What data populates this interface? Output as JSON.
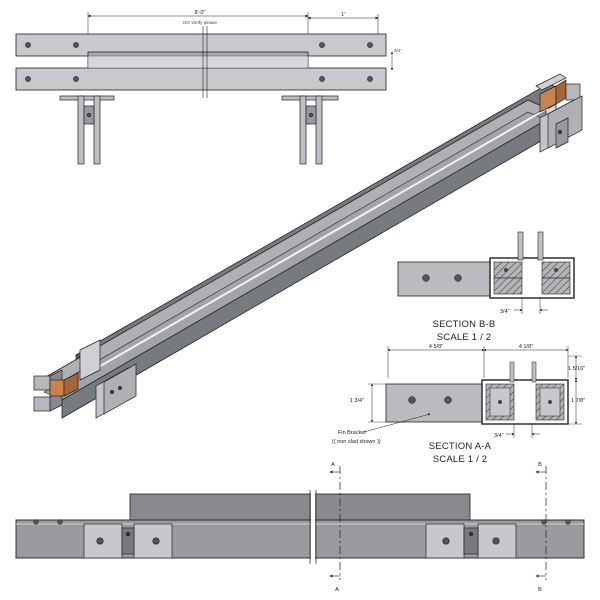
{
  "top_view": {
    "dim_overall": "8'-0\"",
    "dim_note": "DO Verify please",
    "dim_right": "1'",
    "dim_thickness": "3/4\""
  },
  "section_bb": {
    "title": "SECTION B-B",
    "scale": "SCALE 1 / 2",
    "dim_gap": "3/4\""
  },
  "section_aa": {
    "title": "SECTION A-A",
    "scale": "SCALE 1 / 2",
    "dim_left": "4 5/8\"",
    "dim_right": "4 1/8\"",
    "dim_height_left": "1 3/4\"",
    "dim_height_right_top": "1 5/16\"",
    "dim_height_right": "1 7/8\"",
    "dim_gap": "3/4\"",
    "callout": "Fin Bracket",
    "callout_note": "(( non clad shown ))"
  },
  "bottom_view": {
    "marker_a_top": "A",
    "marker_a_bottom": "A",
    "marker_b_top": "B",
    "marker_b_bottom": "B"
  },
  "colors": {
    "steel": "#9a9a9e",
    "steel_dark": "#6e6e72",
    "steel_light": "#c8c8cc",
    "copper": "#c8844e",
    "outline": "#222222"
  }
}
